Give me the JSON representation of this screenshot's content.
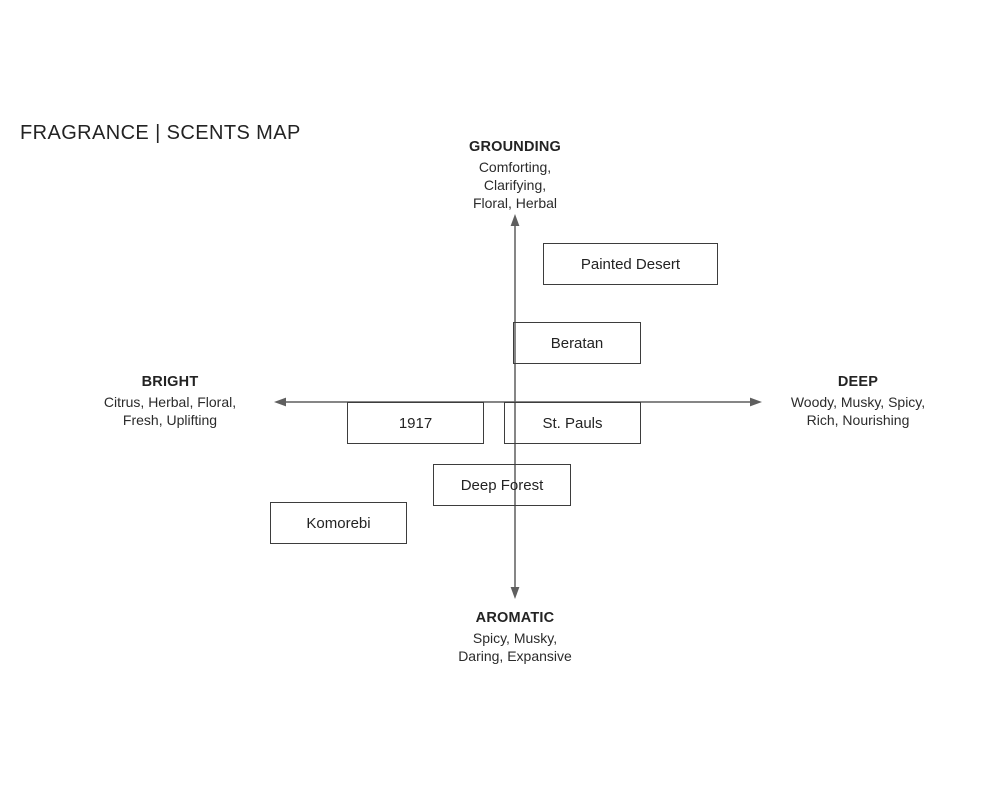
{
  "title": "FRAGRANCE | SCENTS MAP",
  "axes": {
    "top": {
      "name": "GROUNDING",
      "desc": "Comforting,\nClarifying,\nFloral, Herbal"
    },
    "bottom": {
      "name": "AROMATIC",
      "desc": "Spicy, Musky,\nDaring, Expansive"
    },
    "left": {
      "name": "BRIGHT",
      "desc": "Citrus, Herbal, Floral,\nFresh, Uplifting"
    },
    "right": {
      "name": "DEEP",
      "desc": "Woody, Musky, Spicy,\nRich, Nourishing"
    }
  },
  "items": [
    {
      "name": "Painted Desert"
    },
    {
      "name": "Beratan"
    },
    {
      "name": "1917"
    },
    {
      "name": "St. Pauls"
    },
    {
      "name": "Deep Forest"
    },
    {
      "name": "Komorebi"
    }
  ],
  "colors": {
    "background": "#ffffff",
    "text": "#232323",
    "box_border": "#3d3d3d",
    "axis_line": "#5f5f5f"
  }
}
